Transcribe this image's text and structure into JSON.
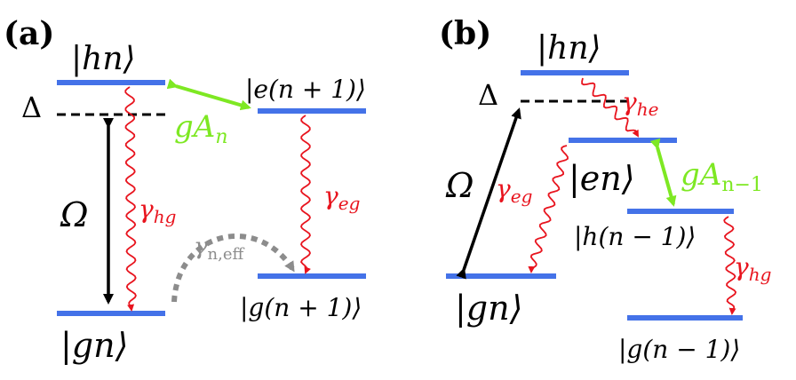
{
  "panel_a": {
    "label": "(a)",
    "states": {
      "hn": "|hn⟩",
      "e_n1": "|e(n + 1)⟩",
      "gn": "|gn⟩",
      "g_n1": "|g(n + 1)⟩"
    },
    "symbols": {
      "delta": "Δ",
      "omega": "Ω",
      "gA_main": "gA",
      "gA_sub": "n",
      "gamma_hg": "γ",
      "gamma_hg_sub": "hg",
      "gamma_eg": "γ",
      "gamma_eg_sub": "eg",
      "gamma_eff": "γ",
      "gamma_eff_sub": "n,eff"
    }
  },
  "panel_b": {
    "label": "(b)",
    "states": {
      "hn": "|hn⟩",
      "en": "|en⟩",
      "h_n1": "|h(n − 1)⟩",
      "gn": "|gn⟩",
      "g_n1": "|g(n − 1)⟩"
    },
    "symbols": {
      "delta": "Δ",
      "omega": "Ω",
      "gA_main": "gA",
      "gA_sub": "n−1",
      "gamma_he": "γ",
      "gamma_he_sub": "he",
      "gamma_eg": "γ",
      "gamma_eg_sub": "eg",
      "gamma_hg": "γ",
      "gamma_hg_sub": "hg"
    }
  },
  "colors": {
    "level": "#4472e8",
    "decay": "#e8141e",
    "coupling": "#7ee823",
    "effective": "#8c8c8c",
    "drive": "#000000"
  }
}
